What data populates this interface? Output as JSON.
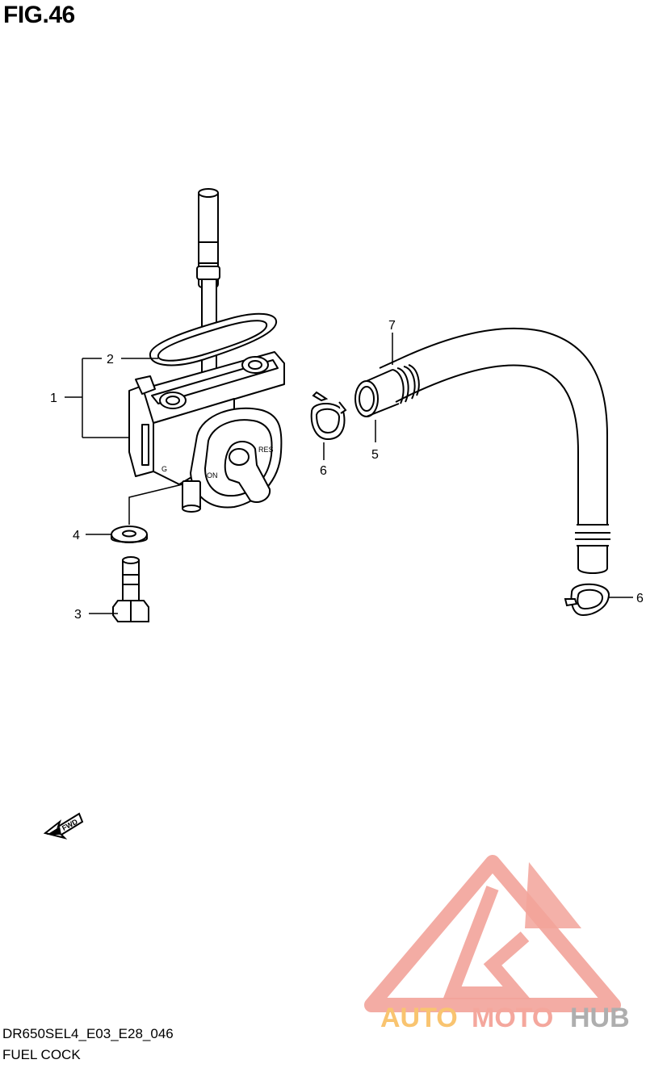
{
  "figure": {
    "title": "FIG.46"
  },
  "callouts": [
    {
      "id": "1",
      "label": "1"
    },
    {
      "id": "2",
      "label": "2"
    },
    {
      "id": "3",
      "label": "3"
    },
    {
      "id": "4",
      "label": "4"
    },
    {
      "id": "5",
      "label": "5"
    },
    {
      "id": "6a",
      "label": "6"
    },
    {
      "id": "6b",
      "label": "6"
    },
    {
      "id": "7",
      "label": "7"
    }
  ],
  "fwd_indicator": {
    "label": "FWD"
  },
  "watermark": {
    "brand_part1": "AUTO",
    "brand_part2": "MOTO",
    "brand_part3": "HUB",
    "colors": {
      "part1": "#f9c470",
      "part2": "#f4a79d",
      "part3": "#aeaeae",
      "logo": "#f2a39a"
    }
  },
  "footer": {
    "code": "DR650SEL4_E03_E28_046",
    "caption": "FUEL COCK"
  }
}
